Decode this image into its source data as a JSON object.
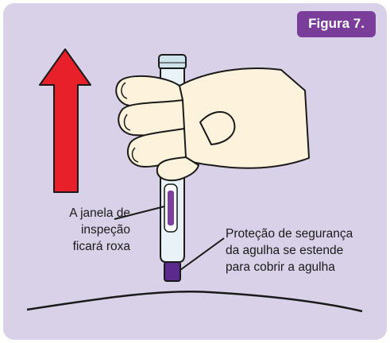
{
  "figure": {
    "badge_label": "Figura 7.",
    "label_window": [
      "A janela de",
      "inspeção",
      "ficará roxa"
    ],
    "label_shield": [
      "Proteção de segurança",
      "da agulha se estende",
      "para cobrir a agulha"
    ]
  },
  "colors": {
    "panel_background": "#d8d1e8",
    "badge_background": "#7a3d9a",
    "arrow": "#e8202a",
    "skin": "#fdf3dc",
    "pen_body": "#e9f3f7",
    "inspection_window": "#7d3fa0",
    "needle_shield": "#5c2a8c"
  },
  "icons": {
    "arrow": "up-arrow-icon",
    "hand": "hand-holding-pen-icon",
    "pen": "injection-pen-icon"
  }
}
